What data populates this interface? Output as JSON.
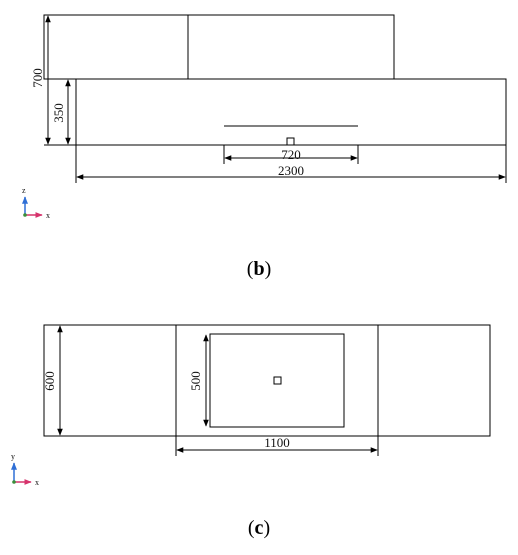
{
  "panel_b": {
    "caption_letter": "b",
    "dim_700": "700",
    "dim_350": "350",
    "dim_720": "720",
    "dim_2300": "2300",
    "axis_up": "z",
    "axis_right": "x"
  },
  "panel_c": {
    "caption_letter": "c",
    "dim_600": "600",
    "dim_500": "500",
    "dim_1100": "1100",
    "axis_up": "y",
    "axis_right": "x"
  },
  "colors": {
    "line": "#000000",
    "axis_up": "#2f6fd6",
    "axis_right": "#d6336c",
    "axis_origin": "#3a8f3a"
  }
}
